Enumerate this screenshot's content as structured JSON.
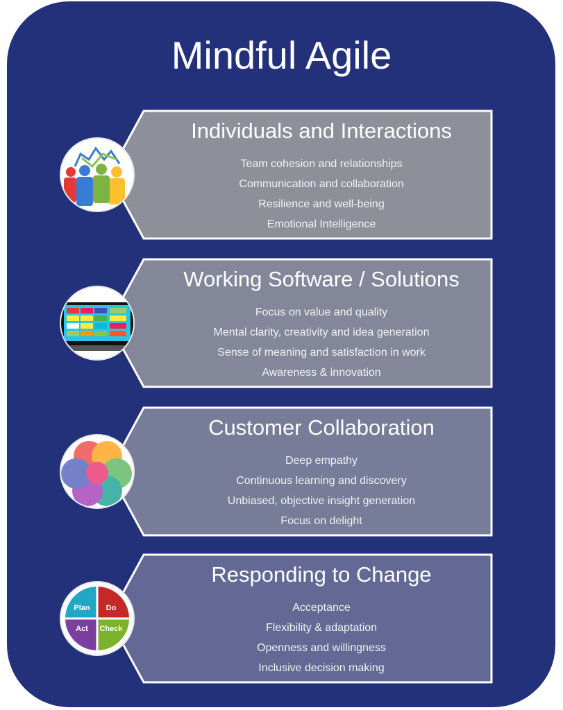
{
  "title": "Mindful Agile",
  "cards": [
    {
      "heading": "Individuals and Interactions",
      "icon": "people-interaction-icon",
      "fill": "#8e9099",
      "items": [
        "Team cohesion and relationships",
        "Communication and collaboration",
        "Resilience and well-being",
        "Emotional Intelligence"
      ]
    },
    {
      "heading": "Working Software / Solutions",
      "icon": "software-screen-icon",
      "fill": "#84879a",
      "items": [
        "Focus on value and quality",
        "Mental clarity, creativity and idea generation",
        "Sense of meaning and satisfaction in work",
        "Awareness & innovation"
      ]
    },
    {
      "heading": "Customer Collaboration",
      "icon": "colorful-hands-icon",
      "fill": "#777c98",
      "items": [
        "Deep empathy",
        "Continuous learning and discovery",
        "Unbiased, objective insight generation",
        "Focus on delight"
      ]
    },
    {
      "heading": "Responding to Change",
      "icon": "pdca-cycle-icon",
      "fill": "#636994",
      "items": [
        "Acceptance",
        "Flexibility & adaptation",
        "Openness and willingness",
        "Inclusive decision making"
      ],
      "pdca": [
        "Plan",
        "Do",
        "Act",
        "Check"
      ]
    }
  ]
}
